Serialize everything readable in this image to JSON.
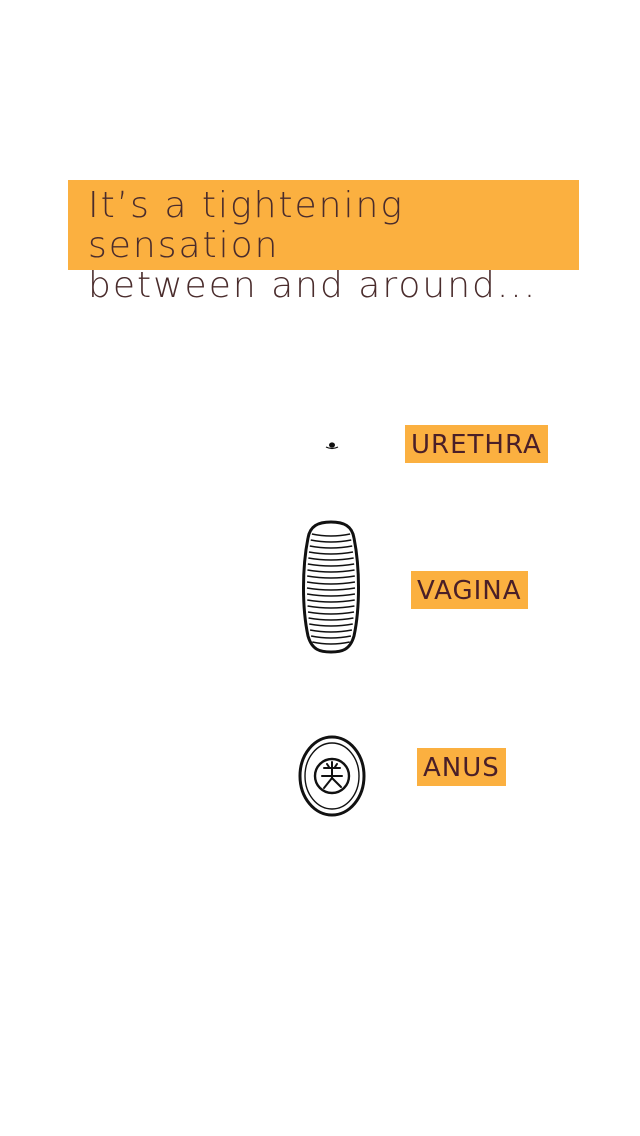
{
  "headline": {
    "text": "It’s a tightening sensation\nbetween and around..."
  },
  "labels": {
    "urethra": "URETHRA",
    "vagina": "VAGINA",
    "anus": "ANUS"
  },
  "colors": {
    "highlight": "#fbb040",
    "label_text": "#4a1f28",
    "ink": "#111111",
    "background": "#ffffff"
  }
}
